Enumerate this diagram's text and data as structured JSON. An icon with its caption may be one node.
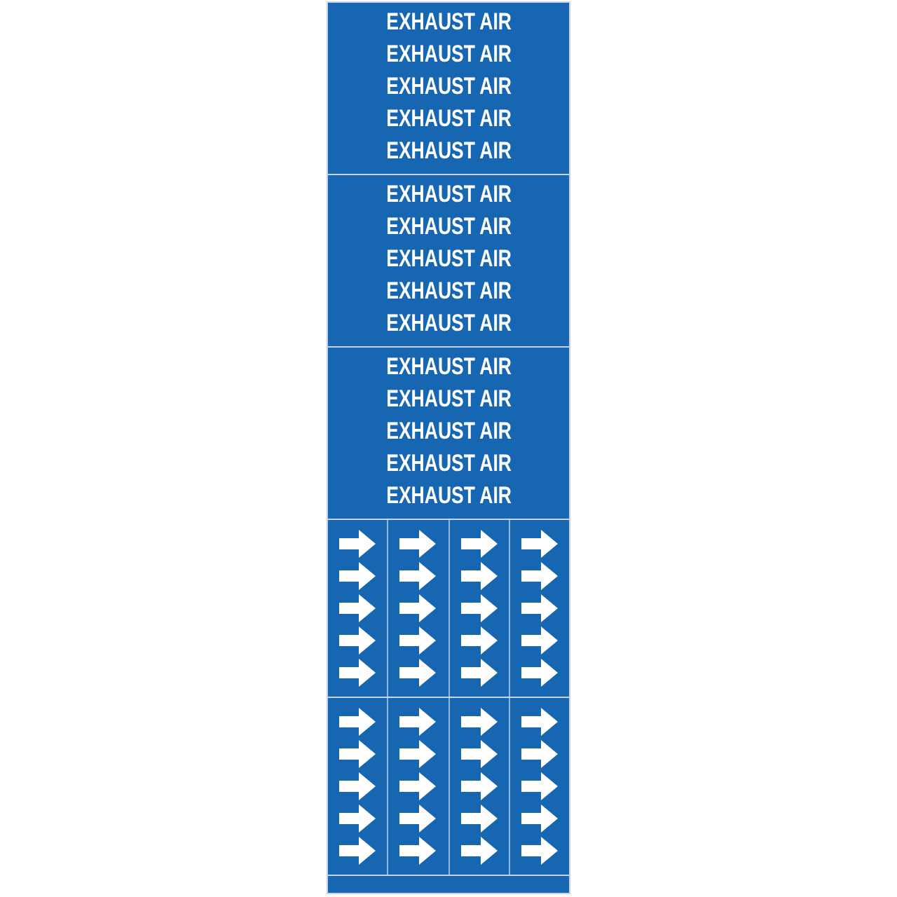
{
  "diagram": {
    "nodes": [
      {
        "text": [
          "EXHAUST AIR",
          "EXHAUST AIR",
          "EXHAUST AIR",
          "EXHAUST AIR",
          "EXHAUST AIR"
        ]
      },
      {
        "text": [
          "EXHAUST AIR",
          "EXHAUST AIR",
          "EXHAUST AIR",
          "EXHAUST AIR",
          "EXHAUST AIR"
        ]
      },
      {
        "text": [
          "EXHAUST AIR",
          "EXHAUST AIR",
          "EXHAUST AIR",
          "EXHAUST AIR",
          "EXHAUST AIR"
        ]
      }
    ]
  }
}
